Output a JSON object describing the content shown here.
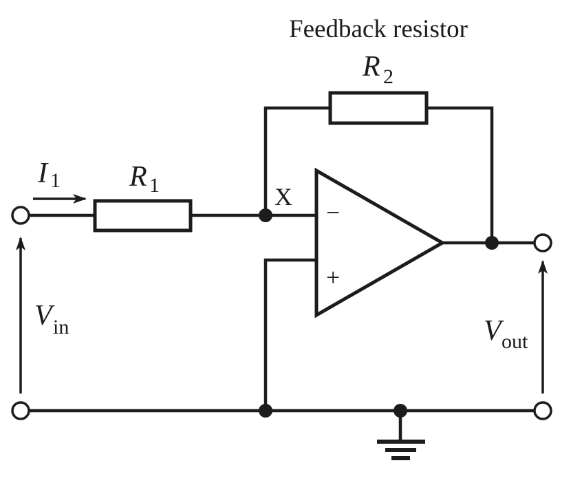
{
  "diagram": {
    "type": "inverting-op-amp-circuit",
    "title": "Feedback resistor",
    "components": {
      "feedback_resistor": {
        "symbol": "R",
        "subscript": "2"
      },
      "input_resistor": {
        "symbol": "R",
        "subscript": "1"
      },
      "op_amp": {
        "inverting_input": "−",
        "non_inverting_input": "+"
      }
    },
    "labels": {
      "current": {
        "symbol": "I",
        "subscript": "1"
      },
      "node_x": "X",
      "input_voltage": {
        "symbol": "V",
        "subscript": "in"
      },
      "output_voltage": {
        "symbol": "V",
        "subscript": "out"
      }
    },
    "colors": {
      "ink": "#1c1c1c",
      "background": "#ffffff"
    }
  }
}
